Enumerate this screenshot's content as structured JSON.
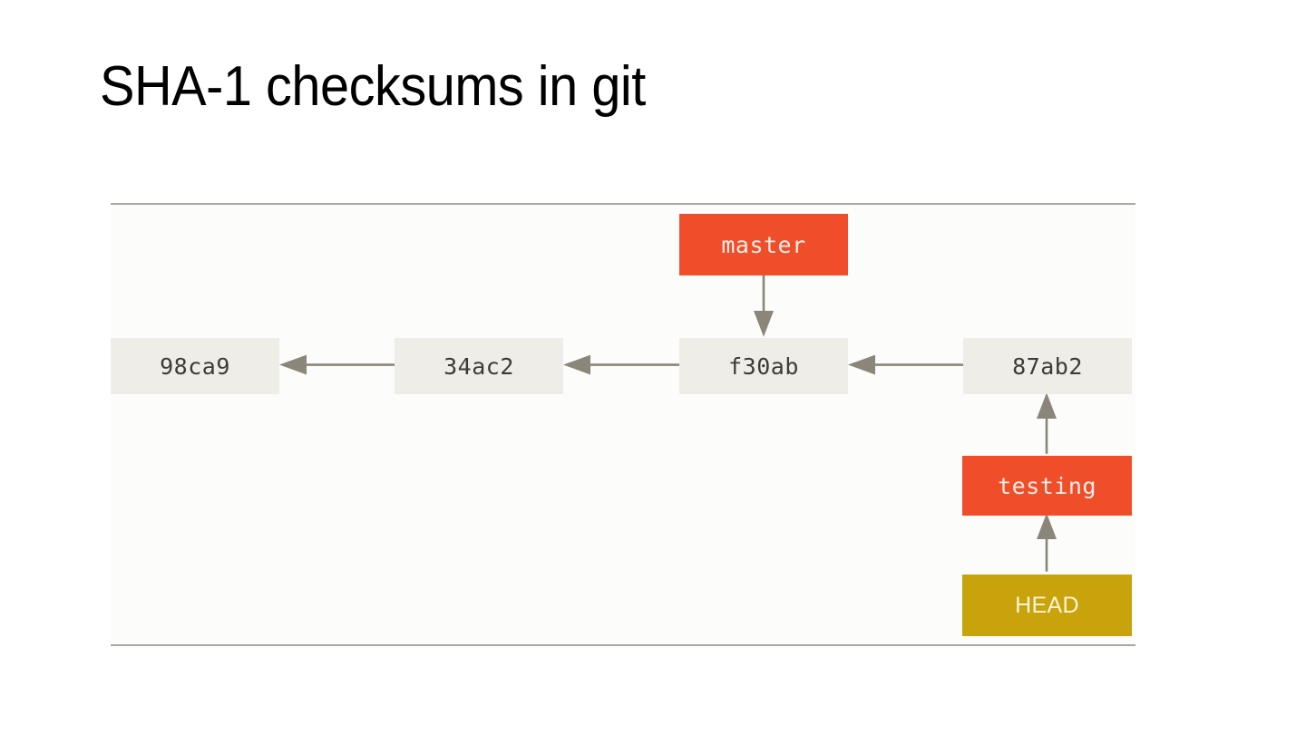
{
  "slide": {
    "title": "SHA-1 checksums in git",
    "background_color": "#ffffff"
  },
  "diagram": {
    "type": "git-branch-graph",
    "frame": {
      "background_color": "#fcfcfa",
      "border_color": "#a8a8a6"
    },
    "palette": {
      "commit_fill": "#eeede8",
      "commit_text": "#3b3b38",
      "branch_fill": "#f04e2b",
      "branch_text": "#faeee7",
      "head_fill": "#c9a30b",
      "head_text": "#fdf3d8",
      "arrow": "#8b867a"
    },
    "commits": [
      {
        "id": "commit-98ca9",
        "label": "98ca9"
      },
      {
        "id": "commit-34ac2",
        "label": "34ac2"
      },
      {
        "id": "commit-f30ab",
        "label": "f30ab"
      },
      {
        "id": "commit-87ab2",
        "label": "87ab2"
      }
    ],
    "refs": [
      {
        "id": "ref-master",
        "label": "master",
        "kind": "branch",
        "points_to": "f30ab"
      },
      {
        "id": "ref-testing",
        "label": "testing",
        "kind": "branch",
        "points_to": "87ab2"
      },
      {
        "id": "ref-head",
        "label": "HEAD",
        "kind": "head",
        "points_to": "testing"
      }
    ],
    "edges": [
      {
        "from": "34ac2",
        "to": "98ca9",
        "direction": "left"
      },
      {
        "from": "f30ab",
        "to": "34ac2",
        "direction": "left"
      },
      {
        "from": "87ab2",
        "to": "f30ab",
        "direction": "left"
      },
      {
        "from": "master",
        "to": "f30ab",
        "direction": "down"
      },
      {
        "from": "testing",
        "to": "87ab2",
        "direction": "up"
      },
      {
        "from": "HEAD",
        "to": "testing",
        "direction": "up"
      }
    ]
  }
}
